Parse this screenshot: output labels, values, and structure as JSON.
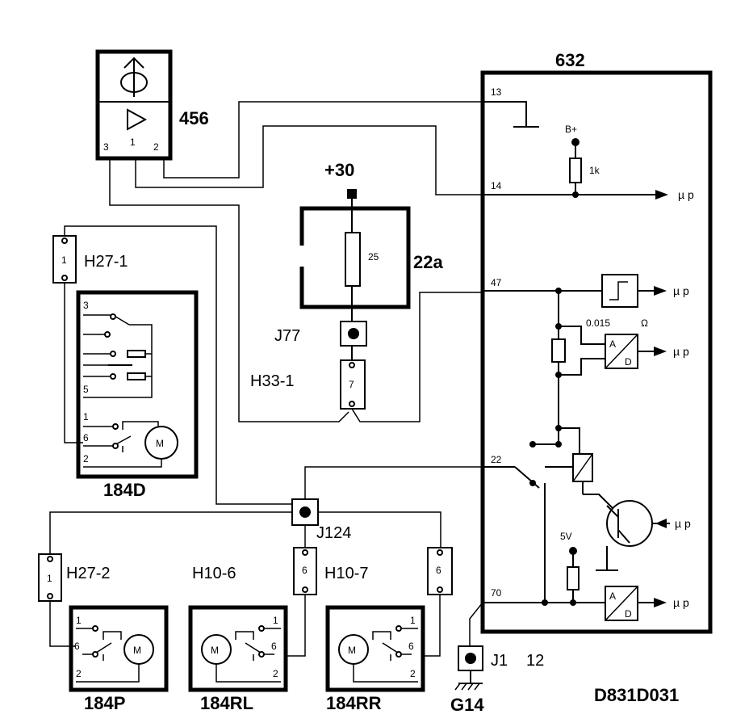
{
  "components": {
    "ecu": {
      "label": "632"
    },
    "sensor": {
      "label": "456",
      "pins": [
        "3",
        "1",
        "2"
      ]
    },
    "fusebox": {
      "label": "22a",
      "fuse": "25"
    },
    "supply": {
      "label": "+30"
    },
    "resistor_1k": {
      "label": "1k"
    },
    "bplus": {
      "label": "B+"
    },
    "shunt": {
      "label": "0.015",
      "unit": "Ω"
    },
    "v5": {
      "label": "5V"
    },
    "mp": "µ p",
    "adc": {
      "a": "A",
      "d": "D"
    }
  },
  "ecu_pins": [
    "13",
    "14",
    "47",
    "22",
    "70"
  ],
  "connectors": {
    "h27_1": {
      "label": "H27-1",
      "pin": "1"
    },
    "h27_2": {
      "label": "H27-2",
      "pin": "1"
    },
    "h33_1": {
      "label": "H33-1",
      "pin": "7"
    },
    "h10_6": {
      "label": "H10-6",
      "pin": "6"
    },
    "h10_7": {
      "label": "H10-7",
      "pin": "6"
    },
    "j77": {
      "label": "J77"
    },
    "j124": {
      "label": "J124"
    },
    "j1": {
      "label": "J1",
      "pin": "12"
    },
    "g14": {
      "label": "G14"
    }
  },
  "motors": {
    "m184d": {
      "label": "184D",
      "pins": [
        "3",
        "5",
        "1",
        "6",
        "2"
      ]
    },
    "m184p": {
      "label": "184P",
      "pins": [
        "1",
        "6",
        "2"
      ]
    },
    "m184rl": {
      "label": "184RL",
      "pins": [
        "1",
        "6",
        "2"
      ]
    },
    "m184rr": {
      "label": "184RR",
      "pins": [
        "1",
        "6",
        "2"
      ]
    },
    "motor_symbol": "M"
  },
  "diagram_id": "D831D031"
}
